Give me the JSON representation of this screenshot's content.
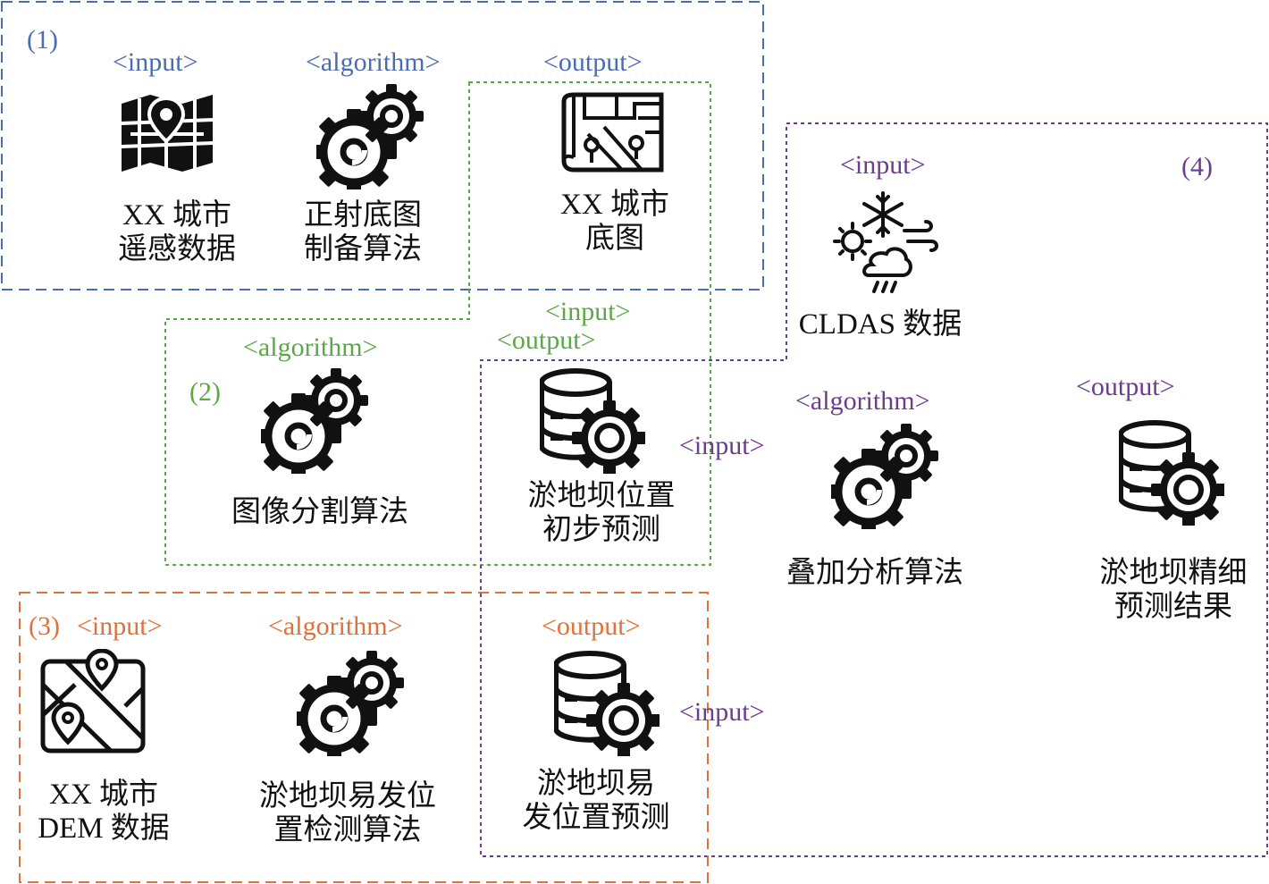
{
  "colors": {
    "group1": "#4a6db0",
    "group2": "#5ba846",
    "group3": "#e0713a",
    "group4": "#6a3d8f",
    "icon": "#111111"
  },
  "groups": {
    "g1": {
      "number": "(1)",
      "input_tag": "<input>",
      "algorithm_tag": "<algorithm>",
      "output_tag": "<output>",
      "input_label": [
        "XX 城市",
        "遥感数据"
      ],
      "algorithm_label": [
        "正射底图",
        "制备算法"
      ],
      "output_label": [
        "XX 城市",
        "底图"
      ]
    },
    "g2": {
      "number": "(2)",
      "input_tag": "<input>",
      "algorithm_tag": "<algorithm>",
      "output_tag": "<output>",
      "algorithm_label": [
        "图像分割算法"
      ],
      "output_label": [
        "淤地坝位置",
        "初步预测"
      ]
    },
    "g3": {
      "number": "(3)",
      "input_tag": "<input>",
      "algorithm_tag": "<algorithm>",
      "output_tag": "<output>",
      "input_label": [
        "XX 城市",
        "DEM 数据"
      ],
      "algorithm_label": [
        "淤地坝易发位",
        "置检测算法"
      ],
      "output_label": [
        "淤地坝易",
        "发位置预测"
      ]
    },
    "g4": {
      "number": "(4)",
      "input_tag": "<input>",
      "input_tag_2": "<input>",
      "input_tag_3": "<input>",
      "algorithm_tag": "<algorithm>",
      "output_tag": "<output>",
      "input_label": [
        "CLDAS 数据"
      ],
      "algorithm_label": [
        "叠加分析算法"
      ],
      "output_label": [
        "淤地坝精细",
        "预测结果"
      ]
    }
  },
  "icons": {
    "map_dark": "folded-map-pin-icon",
    "gears": "gears-icon",
    "city_map": "city-map-pins-icon",
    "database_gear": "database-gear-icon",
    "weather": "weather-snow-sun-cloud-icon",
    "location_map": "map-location-pins-icon"
  }
}
